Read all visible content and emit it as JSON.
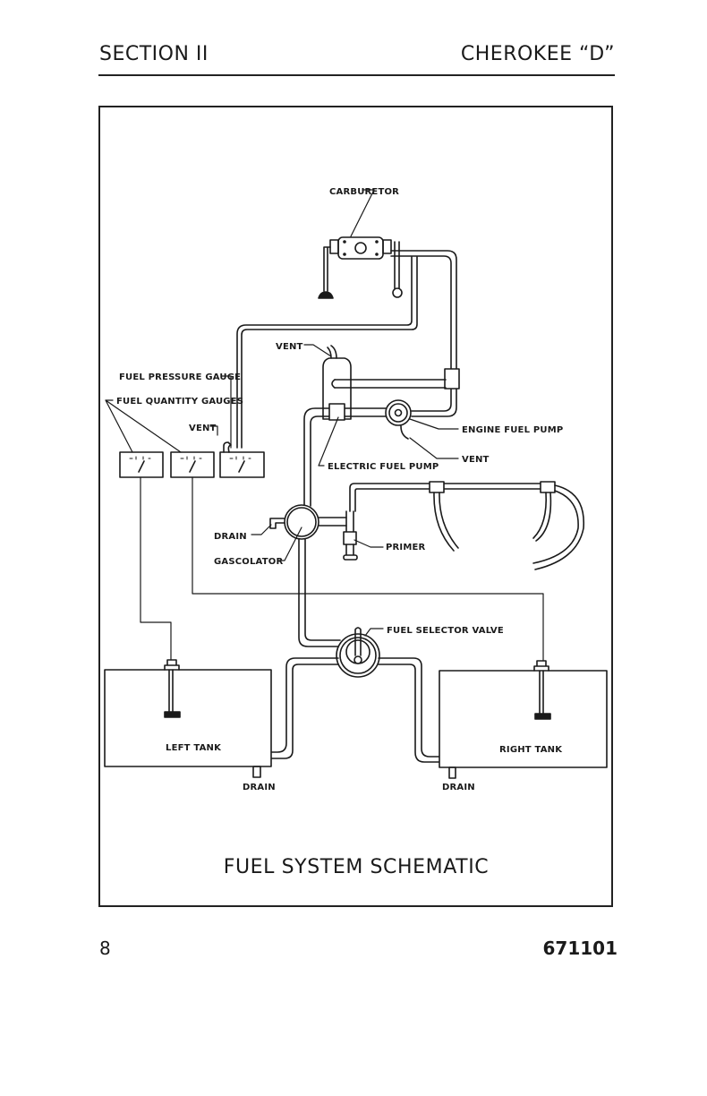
{
  "header": {
    "section": "SECTION II",
    "model": "CHEROKEE “D”"
  },
  "figure": {
    "title": "FUEL SYSTEM SCHEMATIC",
    "labels": {
      "carburetor": "CARBURETOR",
      "vent_top": "VENT",
      "fuel_pressure_gauge": "FUEL PRESSURE GAUGE",
      "fuel_quantity_gauges": "FUEL QUANTITY GAUGES",
      "vent_gauge": "VENT",
      "engine_fuel_pump": "ENGINE FUEL PUMP",
      "vent_pump": "VENT",
      "electric_fuel_pump": "ELECTRIC FUEL PUMP",
      "drain_gascolator": "DRAIN",
      "gascolator": "GASCOLATOR",
      "primer": "PRIMER",
      "fuel_selector_valve": "FUEL SELECTOR VALVE",
      "left_tank": "LEFT TANK",
      "right_tank": "RIGHT TANK",
      "drain_left": "DRAIN",
      "drain_right": "DRAIN"
    }
  },
  "footer": {
    "page_number": "8",
    "document_number": "671101"
  }
}
